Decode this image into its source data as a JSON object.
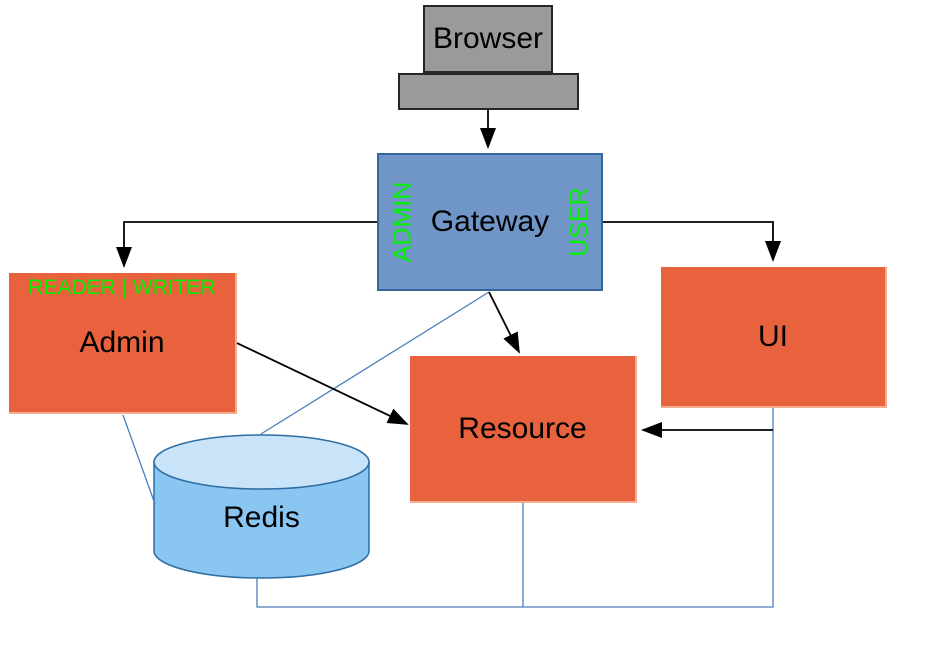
{
  "diagram": {
    "nodes": {
      "browser": {
        "label": "Browser"
      },
      "gateway": {
        "label": "Gateway",
        "left_tag": "ADMIN",
        "right_tag": "USER"
      },
      "admin": {
        "label": "Admin",
        "tag": "READER | WRITER"
      },
      "ui": {
        "label": "UI"
      },
      "resource": {
        "label": "Resource"
      },
      "redis": {
        "label": "Redis"
      }
    },
    "edges": [
      {
        "from": "Browser",
        "to": "Gateway",
        "style": "black-arrow"
      },
      {
        "from": "Gateway",
        "to": "Admin",
        "style": "black-arrow"
      },
      {
        "from": "Gateway",
        "to": "UI",
        "style": "black-arrow"
      },
      {
        "from": "Gateway",
        "to": "Resource",
        "style": "black-arrow"
      },
      {
        "from": "Admin",
        "to": "Resource",
        "style": "black-arrow"
      },
      {
        "from": "UI",
        "to": "Resource",
        "style": "black-arrow"
      },
      {
        "from": "Gateway",
        "to": "Redis",
        "style": "blue-line"
      },
      {
        "from": "Admin",
        "to": "Redis",
        "style": "blue-line"
      },
      {
        "from": "Redis",
        "to": "UI",
        "style": "blue-line"
      },
      {
        "from": "Resource",
        "to": "Redis-UI bus",
        "style": "blue-line"
      }
    ],
    "colors": {
      "node_orange": "#e8623e",
      "node_orange_highlight": "#f5ad90",
      "node_blue": "#6f96c6",
      "node_blue_border": "#36659c",
      "node_gray": "#9a9a9a",
      "node_gray_border": "#262626",
      "cylinder_body": "#8ac6f2",
      "cylinder_top": "#c9e4f8",
      "cylinder_border": "#2d6da3",
      "tag_green": "#00f000",
      "connector_black": "#000000",
      "connector_blue": "#4a7ebb"
    }
  }
}
